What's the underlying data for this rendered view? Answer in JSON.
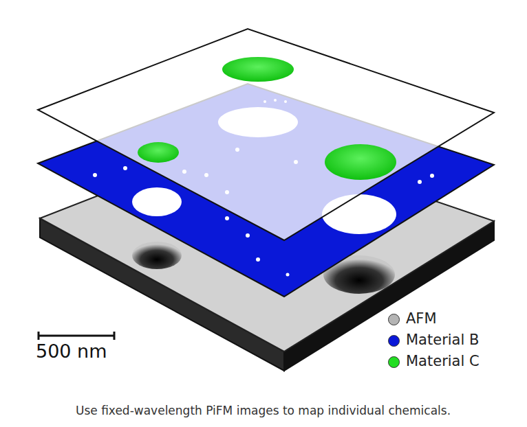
{
  "diagram": {
    "caption": "Use fixed-wavelength PiFM images to map individual chemicals.",
    "labels": [
      "500 nm"
    ],
    "legend": [
      {
        "text": "AFM",
        "color": "#b4b4b4"
      },
      {
        "text": "Material B",
        "color": "#0a18d8"
      },
      {
        "text": "Material C",
        "color": "#22dd22"
      }
    ]
  }
}
